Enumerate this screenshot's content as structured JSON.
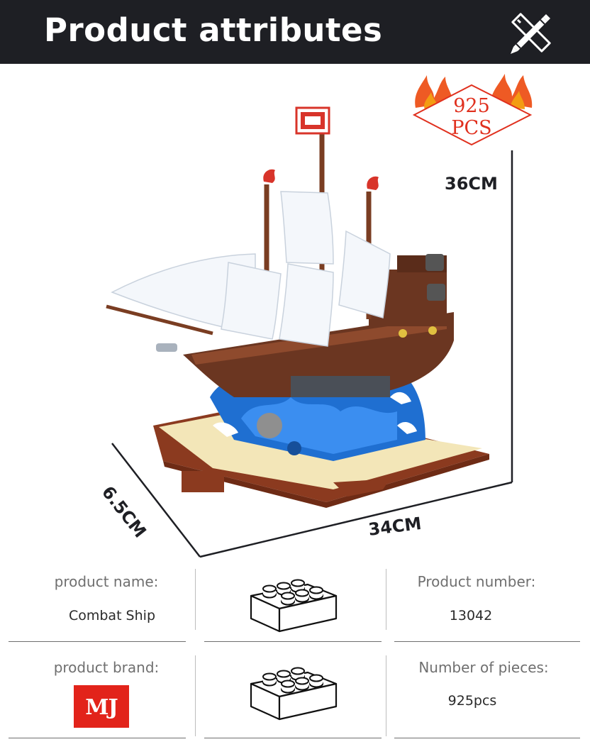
{
  "header": {
    "title": "Product attributes",
    "icon": "pencil-ruler-icon"
  },
  "badge": {
    "count": "925",
    "unit": "PCS",
    "icon": "flame-icon",
    "color": "#e0301e"
  },
  "dimensions": {
    "height": "36CM",
    "width": "34CM",
    "depth": "6.5CM"
  },
  "specs": {
    "name_label": "product name:",
    "name_value": "Combat Ship",
    "number_label": "Product number:",
    "number_value": "13042",
    "brand_label": "product brand:",
    "brand_logo": "MJ",
    "pieces_label": "Number of pieces:",
    "pieces_value": "925pcs",
    "brick_icon": "lego-brick-icon"
  },
  "colors": {
    "header_bg": "#1e1f24",
    "accent": "#e0301e",
    "logo_bg": "#e2231a"
  }
}
